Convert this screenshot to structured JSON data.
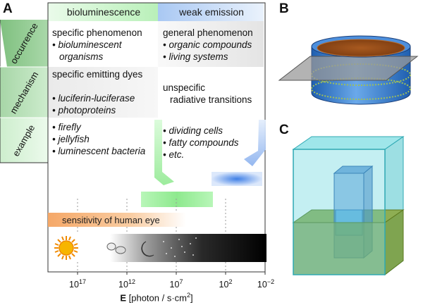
{
  "panels": {
    "a": "A",
    "b": "B",
    "c": "C"
  },
  "table": {
    "columns": [
      "bioluminescence",
      "weak emission"
    ],
    "rows": [
      {
        "label": "occurrence",
        "bio": [
          "specific phenomenon",
          "• bioluminescent",
          "organisms"
        ],
        "weak": [
          "general phenomenon",
          "• organic compounds",
          "• living systems"
        ]
      },
      {
        "label": "mechanism",
        "bio": [
          "specific emitting dyes",
          "• luciferin-luciferase",
          "• photoproteins"
        ],
        "weak": [
          "unspecific",
          "radiative transitions"
        ]
      },
      {
        "label": "example",
        "bio": [
          "• firefly",
          "• jellyfish",
          "• luminescent bacteria"
        ],
        "weak": [
          "• dividing cells",
          "• fatty compounds",
          "• etc."
        ]
      }
    ]
  },
  "scale": {
    "eye_label": "sensitivity of human eye",
    "ticks": [
      {
        "base": "10",
        "exp": "17"
      },
      {
        "base": "10",
        "exp": "12"
      },
      {
        "base": "10",
        "exp": "7"
      },
      {
        "base": "10",
        "exp": "2"
      },
      {
        "base": "10",
        "exp": "−2"
      }
    ],
    "axis_label_bold": "E",
    "axis_label_rest": " [photon / s·cm",
    "axis_label_sup": "2",
    "axis_label_end": "]"
  },
  "colors": {
    "bio_header": "#c9f3c9",
    "weak_header": "#c7dcf7",
    "row1": "#8fc98f",
    "row2": "#b6deb6",
    "row3": "#d9f3d9",
    "eye_bar": "#f7b87e",
    "blue_band": "#4a86e8",
    "green_band": "#8ee98e"
  }
}
